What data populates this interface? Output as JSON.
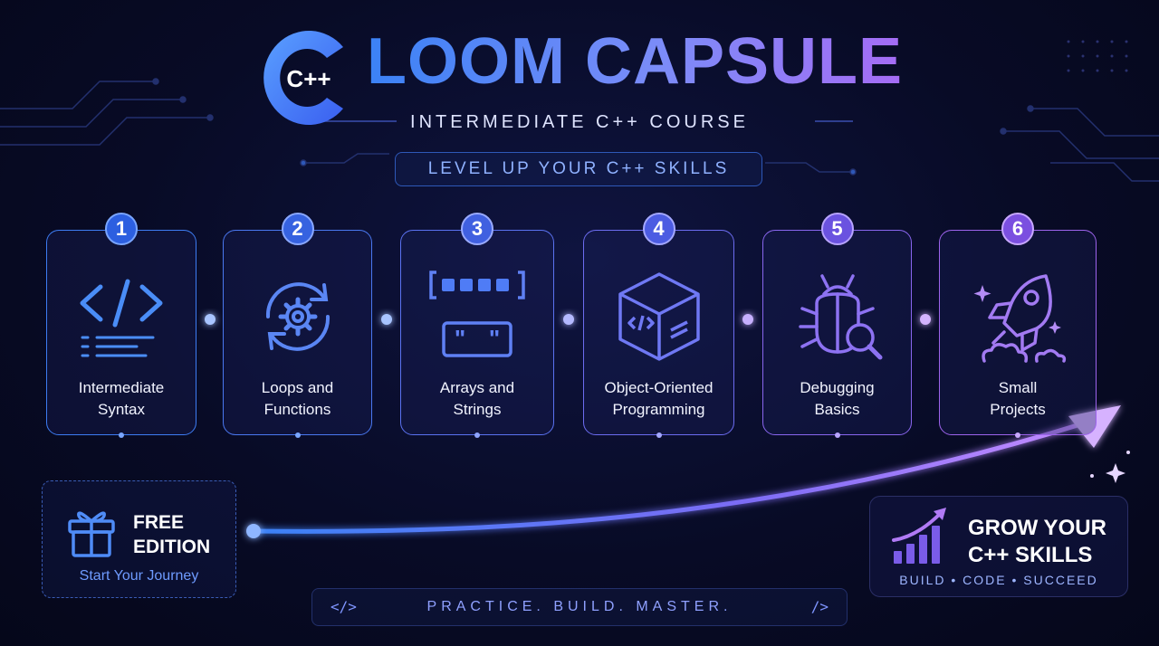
{
  "brand": {
    "logo_text": "C++",
    "name": "LOOM CAPSULE",
    "subtitle": "INTERMEDIATE C++ COURSE",
    "tagline": "LEVEL UP YOUR C++ SKILLS"
  },
  "modules": [
    {
      "number": "1",
      "line1": "Intermediate",
      "line2": "Syntax",
      "icon": "code-icon",
      "color": "#3d7cf2"
    },
    {
      "number": "2",
      "line1": "Loops and",
      "line2": "Functions",
      "icon": "loop-gear-icon",
      "color": "#4a78f0"
    },
    {
      "number": "3",
      "line1": "Arrays and",
      "line2": "Strings",
      "icon": "array-icon",
      "color": "#5a72f0"
    },
    {
      "number": "4",
      "line1": "Object-Oriented",
      "line2": "Programming",
      "icon": "cube-icon",
      "color": "#6c6cf0"
    },
    {
      "number": "5",
      "line1": "Debugging",
      "line2": "Basics",
      "icon": "bug-search-icon",
      "color": "#8966ee"
    },
    {
      "number": "6",
      "line1": "Small",
      "line2": "Projects",
      "icon": "rocket-icon",
      "color": "#9d63ec"
    }
  ],
  "free_edition": {
    "title_line1": "FREE",
    "title_line2": "EDITION",
    "subtitle": "Start Your Journey",
    "icon": "gift-icon"
  },
  "grow": {
    "title_line1": "GROW YOUR",
    "title_line2": "C++ SKILLS",
    "subtitle": "BUILD • CODE • SUCCEED",
    "icon": "growth-chart-icon"
  },
  "bottom": {
    "left_code": "</>",
    "text": "PRACTICE. BUILD. MASTER.",
    "right_code": "/>"
  },
  "colors": {
    "accent_blue": "#3b82f6",
    "accent_purple": "#a56cf5",
    "background": "#080b26"
  }
}
